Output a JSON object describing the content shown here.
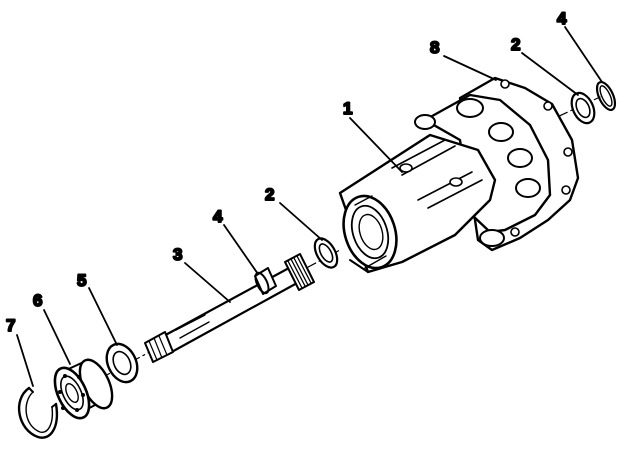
{
  "diagram": {
    "ink_color": "#000000",
    "background_color": "#ffffff",
    "callouts": [
      {
        "id": "housing",
        "label": "1"
      },
      {
        "id": "seal-right",
        "label": "2"
      },
      {
        "id": "seal-middle",
        "label": "2"
      },
      {
        "id": "shaft",
        "label": "3"
      },
      {
        "id": "ring-right",
        "label": "4"
      },
      {
        "id": "ring-shaft",
        "label": "4"
      },
      {
        "id": "washer",
        "label": "5"
      },
      {
        "id": "bearing",
        "label": "6"
      },
      {
        "id": "snap-ring",
        "label": "7"
      },
      {
        "id": "gasket",
        "label": "8"
      }
    ]
  }
}
